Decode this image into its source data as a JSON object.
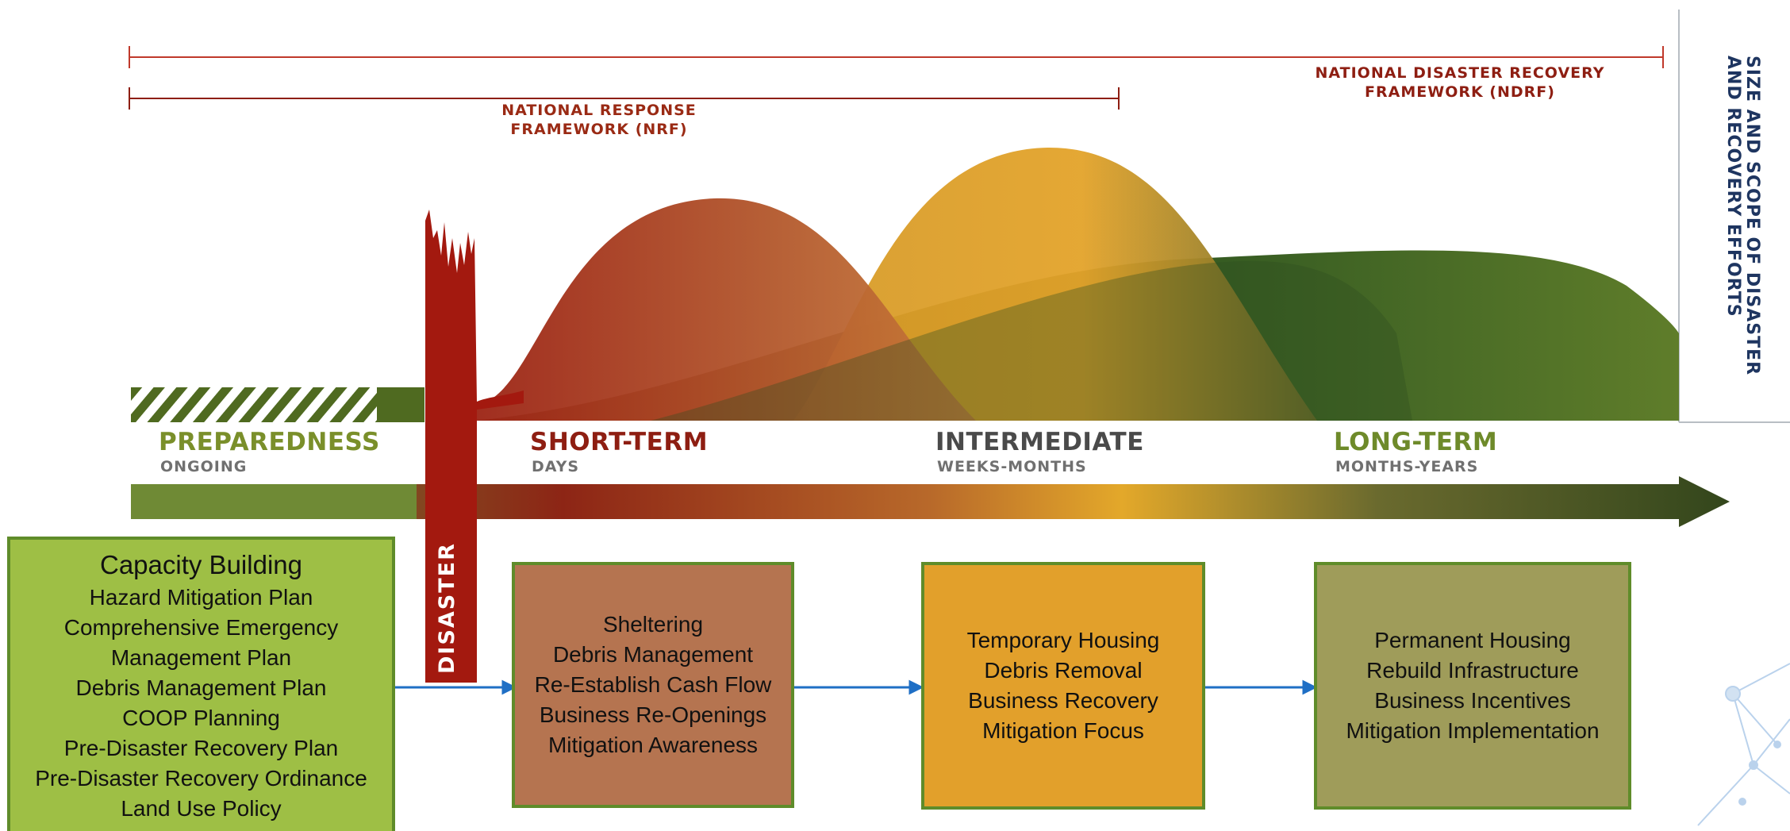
{
  "side_label": "SIZE AND SCOPE OF DISASTER AND RECOVERY EFFORTS",
  "frameworks": {
    "ndrf": [
      "NATIONAL DISASTER RECOVERY",
      "FRAMEWORK (NDRF)"
    ],
    "nrf": [
      "NATIONAL RESPONSE",
      "FRAMEWORK (NRF)"
    ]
  },
  "disaster_label": "DISASTER",
  "phases": [
    {
      "title": "PREPAREDNESS",
      "subtitle": "ONGOING",
      "color": "#7a8f2a"
    },
    {
      "title": "SHORT-TERM",
      "subtitle": "DAYS",
      "color": "#8e1e12"
    },
    {
      "title": "INTERMEDIATE",
      "subtitle": "WEEKS-MONTHS",
      "color": "#4a4a4a"
    },
    {
      "title": "LONG-TERM",
      "subtitle": "MONTHS-YEARS",
      "color": "#6e8a2a"
    }
  ],
  "boxes": {
    "preparedness": {
      "title": "Capacity Building",
      "lines": [
        "Hazard Mitigation Plan",
        "Comprehensive Emergency",
        "Management Plan",
        "Debris Management Plan",
        "COOP Planning",
        "Pre-Disaster Recovery Plan",
        "Pre-Disaster Recovery Ordinance",
        "Land Use Policy"
      ],
      "color": "#9ebf45"
    },
    "short_term": {
      "lines": [
        "Sheltering",
        "Debris Management",
        "Re-Establish Cash Flow",
        "Business Re-Openings",
        "Mitigation Awareness"
      ],
      "color": "#b57450"
    },
    "intermediate": {
      "lines": [
        "Temporary Housing",
        "Debris Removal",
        "Business Recovery",
        "Mitigation Focus"
      ],
      "color": "#e2a02b"
    },
    "long_term": {
      "lines": [
        "Permanent Housing",
        "Rebuild Infrastructure",
        "Business Incentives",
        "Mitigation Implementation"
      ],
      "color": "#9f9c5a"
    }
  },
  "colors": {
    "box_border": "#5f8c2a",
    "connector": "#1f6fc5",
    "framework_line": "#c0392b",
    "disaster": "#a3190f"
  }
}
